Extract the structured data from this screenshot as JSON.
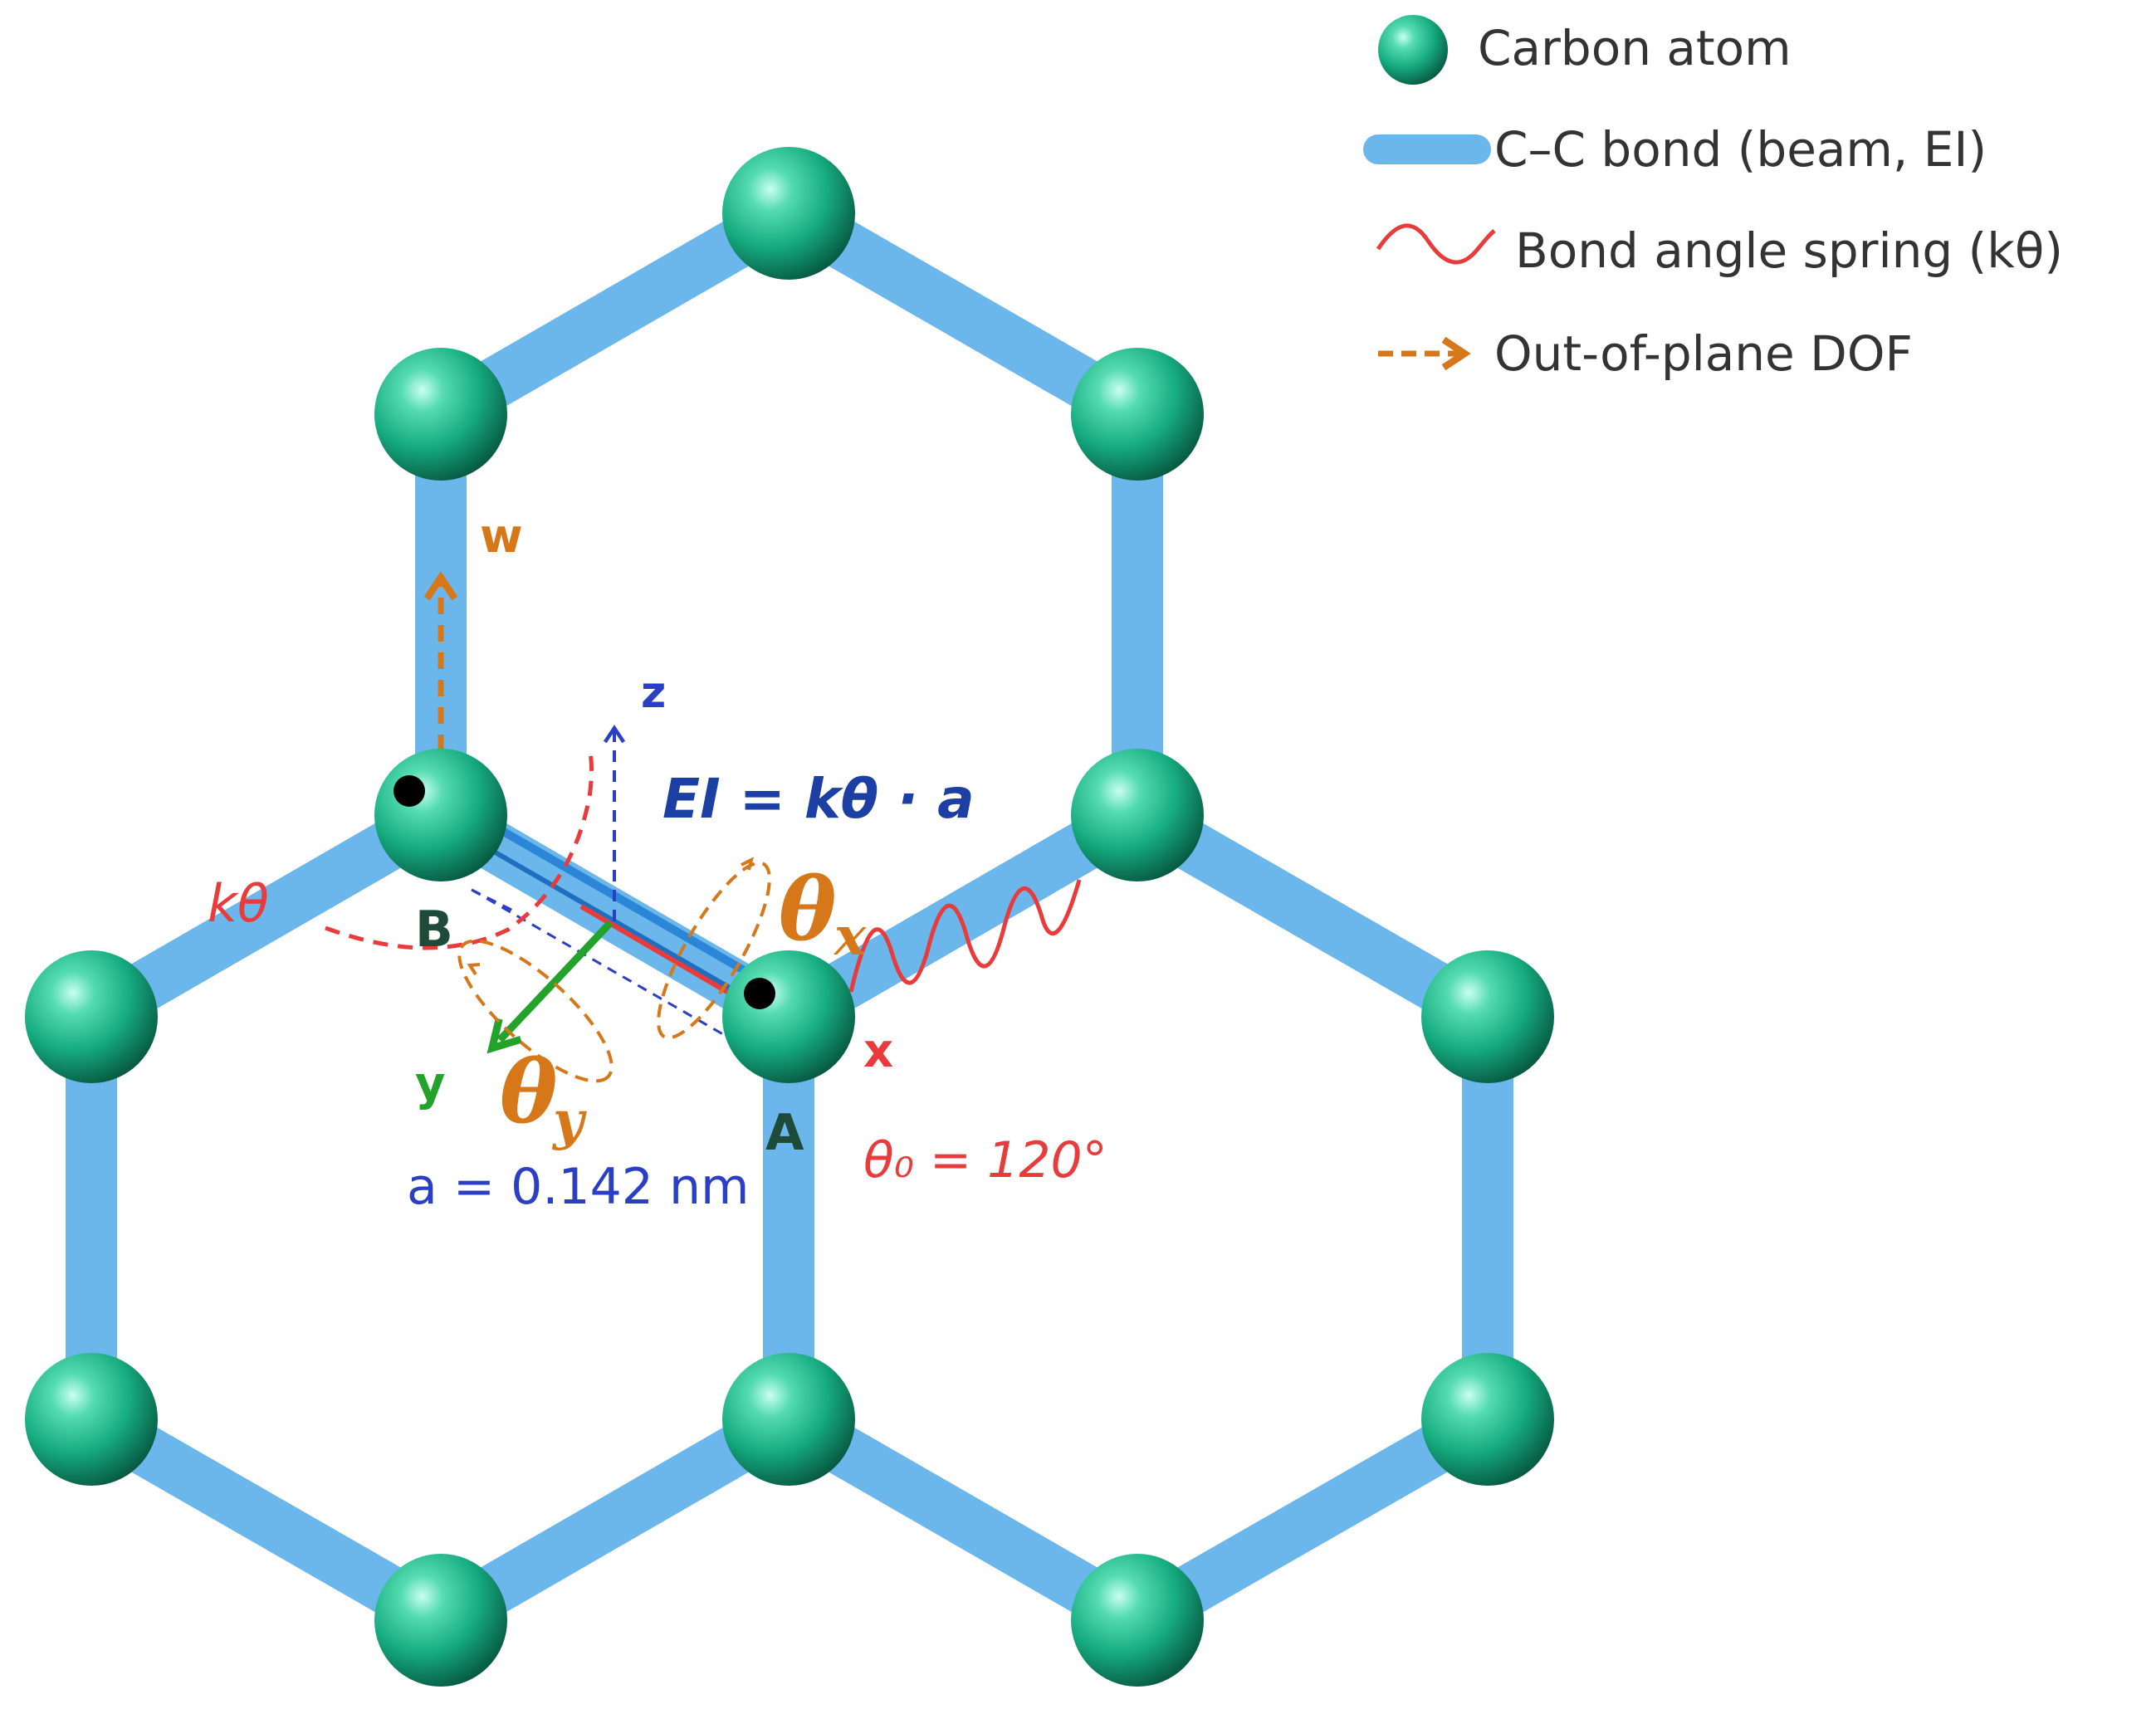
{
  "legend": {
    "atom": "Carbon atom",
    "bond": "C–C bond (beam, EI)",
    "spring": "Bond angle spring (kθ)",
    "dof": "Out-of-plane DOF"
  },
  "labels": {
    "w": "w",
    "z": "z",
    "x": "x",
    "y": "y",
    "B": "B",
    "A": "A",
    "ktheta": "kθ",
    "ei": "EI = kθ · a",
    "theta_x_main": "θ",
    "theta_x_sub": "x",
    "theta_y_main": "θ",
    "theta_y_sub": "y",
    "bond_length": "a = 0.142 nm",
    "theta0": "θ₀ = 120°"
  },
  "colors": {
    "atom_light": "#8ff0cf",
    "atom_mid": "#19b88c",
    "atom_dark": "#0a6a4e",
    "bond": "#6bb6ea",
    "bond_highlight": "#2c86d8",
    "spring": "#e83c3c",
    "dof": "#d6781a",
    "axis_blue": "#2a3fc4",
    "axis_green": "#23a32a",
    "label_dark": "#1e4a3a",
    "ei_text": "#1b3fa3",
    "legend_text": "#333333"
  },
  "icons": {
    "atom": "sphere-icon",
    "bond": "bar-icon",
    "spring": "wave-icon",
    "dof": "dashed-arrow-icon"
  }
}
